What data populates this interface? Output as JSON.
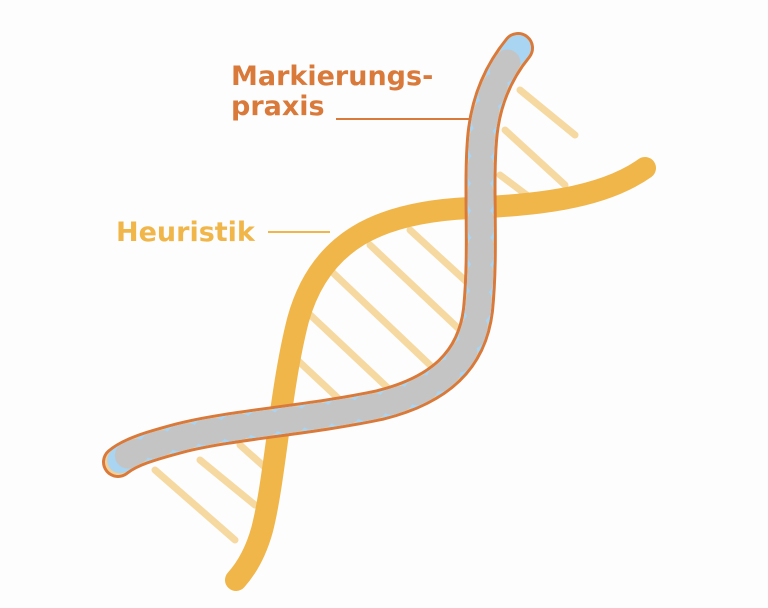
{
  "labels": {
    "marking_practice": "Markierungs-\npraxis",
    "marking_line1": "Markierungs-",
    "marking_line2": "praxis",
    "heuristic": "Heuristik"
  },
  "colors": {
    "marking": "#d9793a",
    "heuristic": "#f0b64a",
    "rung": "#f6d9a0",
    "braid_blue": "#a9d4f2",
    "braid_gray": "#c4c4c4",
    "braid_tan": "#f4cf94"
  }
}
